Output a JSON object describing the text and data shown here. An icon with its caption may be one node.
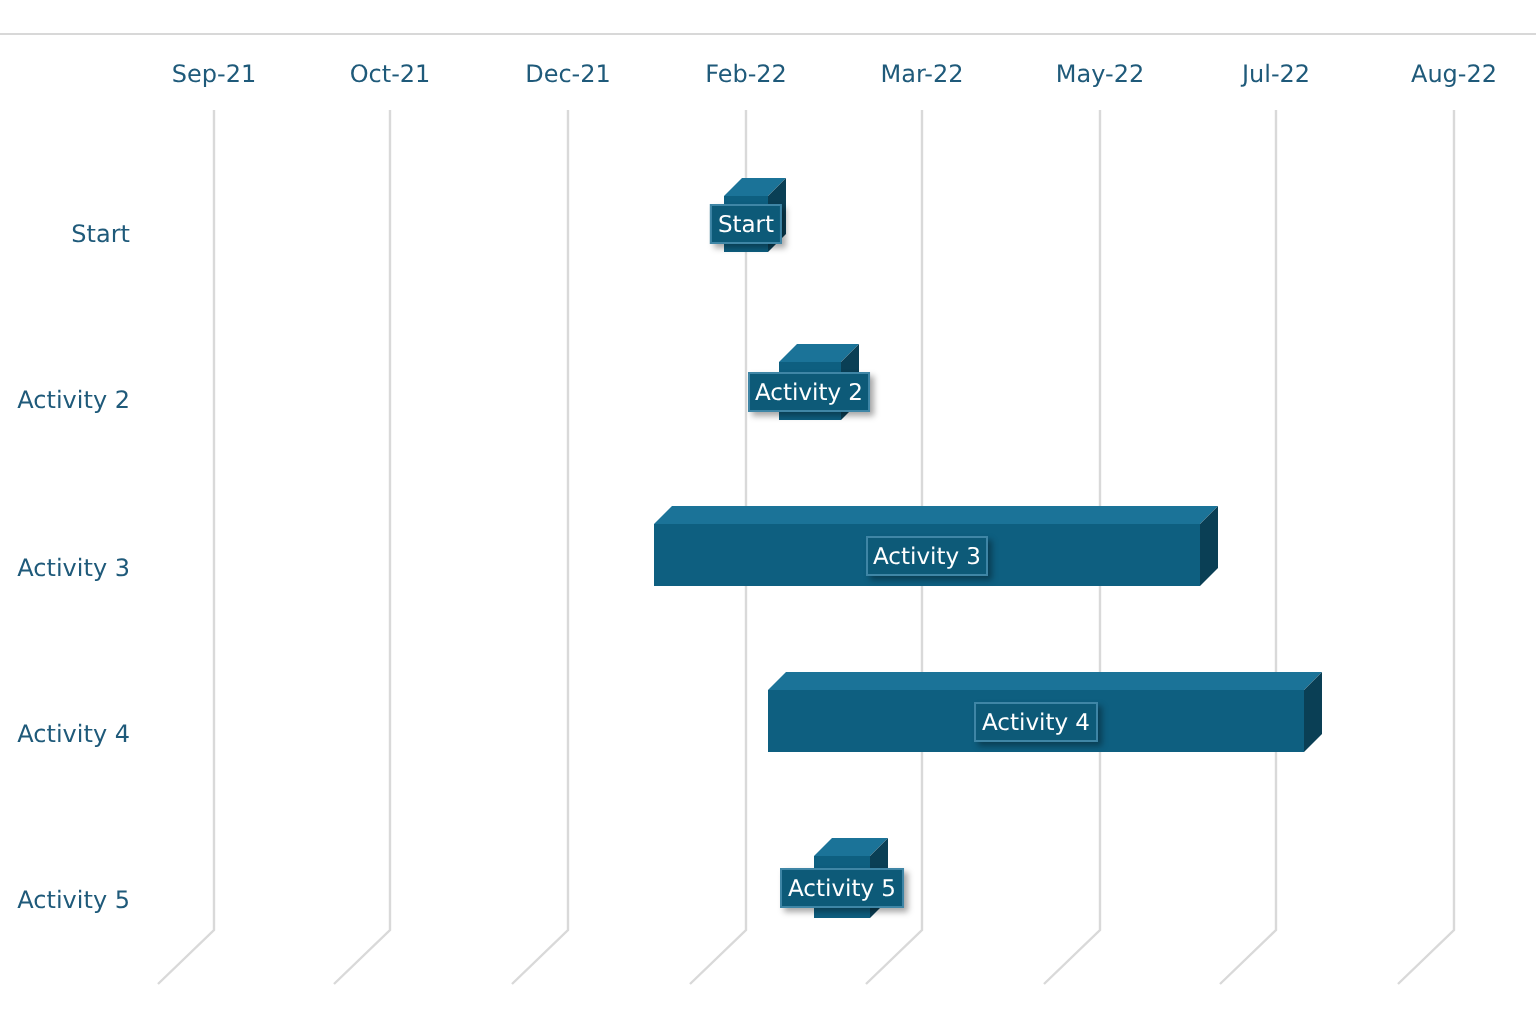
{
  "diagram": {
    "nodes": [
      {
        "text": [
          "Start"
        ]
      },
      {
        "text": [
          "Activity 2"
        ]
      },
      {
        "text": [
          "Activity 3"
        ]
      },
      {
        "text": [
          "Activity 4"
        ]
      },
      {
        "text": [
          "Activity 5"
        ]
      }
    ],
    "labels": [
      "Sep-21",
      "Oct-21",
      "Dec-21",
      "Feb-22",
      "Mar-22",
      "May-22",
      "Jul-22",
      "Aug-22",
      "Start",
      "Activity 2",
      "Activity 3",
      "Activity 4",
      "Activity 5"
    ]
  }
}
